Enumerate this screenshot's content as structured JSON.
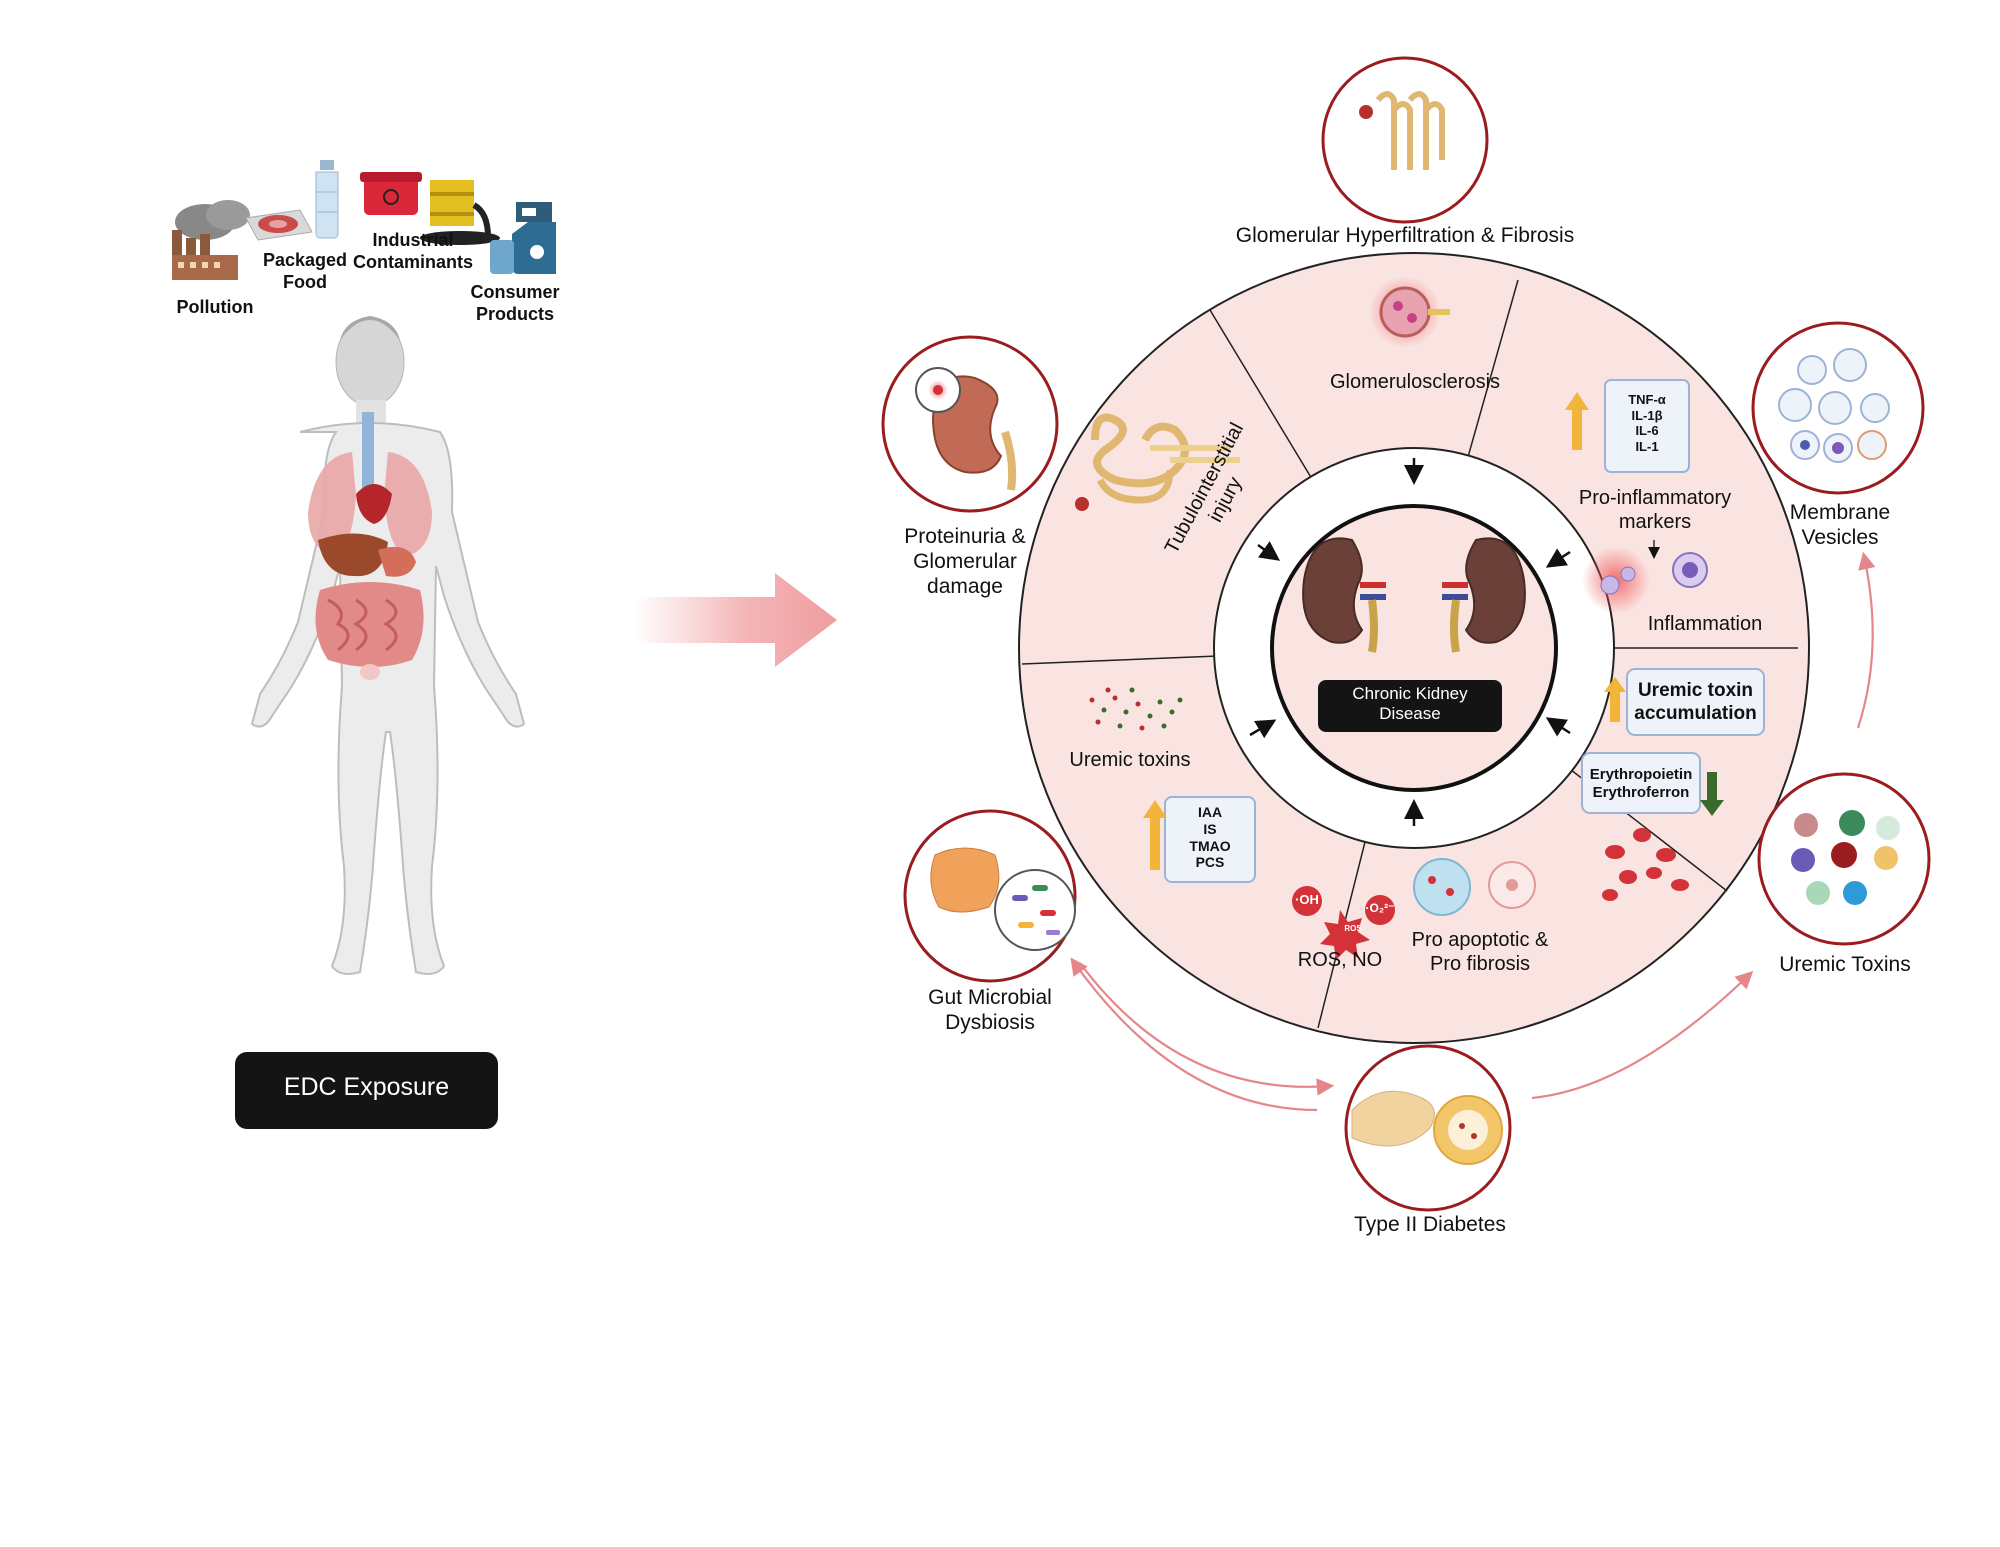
{
  "sources": {
    "pollution": "Pollution",
    "packaged_food": [
      "Packaged",
      "Food"
    ],
    "industrial_contaminants": [
      "Industrial",
      "Contaminants"
    ],
    "consumer_products": [
      "Consumer",
      "Products"
    ]
  },
  "exposure_button": "EDC Exposure",
  "center": {
    "title": [
      "Chronic Kidney",
      "Disease"
    ]
  },
  "wheel": {
    "glomerulosclerosis": "Glomerulosclerosis",
    "tubulointerstitial": [
      "Tubulointerstitial",
      "injury"
    ],
    "pro_inflammatory": [
      "Pro-inflammatory",
      "markers"
    ],
    "cytokines": [
      "TNF-α",
      "IL-1β",
      "IL-6",
      "IL-1"
    ],
    "inflammation": "Inflammation",
    "uremic_toxin_accumulation": [
      "Uremic toxin",
      "accumulation"
    ],
    "epo": [
      "Erythropoietin",
      "Erythroferron"
    ],
    "pro_apoptotic": [
      "Pro apoptotic &",
      "Pro fibrosis"
    ],
    "ros_no": "ROS, NO",
    "oh": "·OH",
    "o2": "·O₂²⁻",
    "ros": "ROS",
    "uremic_toxins": "Uremic toxins",
    "toxins_list": [
      "IAA",
      "IS",
      "TMAO",
      "PCS"
    ]
  },
  "outer": {
    "glomerular_hyperfiltration": "Glomerular Hyperfiltration & Fibrosis",
    "membrane_vesicles": [
      "Membrane",
      "Vesicles"
    ],
    "uremic_toxins": "Uremic Toxins",
    "type2_diabetes": "Type II Diabetes",
    "gut_dysbiosis": [
      "Gut Microbial",
      "Dysbiosis"
    ],
    "proteinuria": [
      "Proteinuria &",
      "Glomerular",
      "damage"
    ]
  },
  "colors": {
    "sector_fill": "#f9e4e2",
    "circle_border": "#9b1c1f",
    "cycle_arrow": "#e5878a",
    "big_arrow": "#f0a3a6",
    "up_arrow": "#f3b43a",
    "down_arrow": "#3a6b2c",
    "kidney": "#6b4038",
    "dark_label": "#141414"
  },
  "icons": [
    "factory-icon",
    "meat-tray-icon",
    "water-bottle-icon",
    "biohazard-box-icon",
    "oil-barrel-icon",
    "soap-dispenser-icon",
    "human-body-icon",
    "kidney-icon",
    "glomerulus-icon",
    "nephron-icon",
    "immune-cell-icon",
    "red-blood-cell-icon",
    "toxin-dots-icon",
    "intestine-icon",
    "bacteria-icon",
    "pancreas-icon",
    "vesicle-icon",
    "toxin-sphere-icon",
    "ros-burst-icon",
    "fibrosis-cell-icon",
    "kidney-damage-icon",
    "arrow-right-icon",
    "up-arrow-icon",
    "down-arrow-icon"
  ]
}
